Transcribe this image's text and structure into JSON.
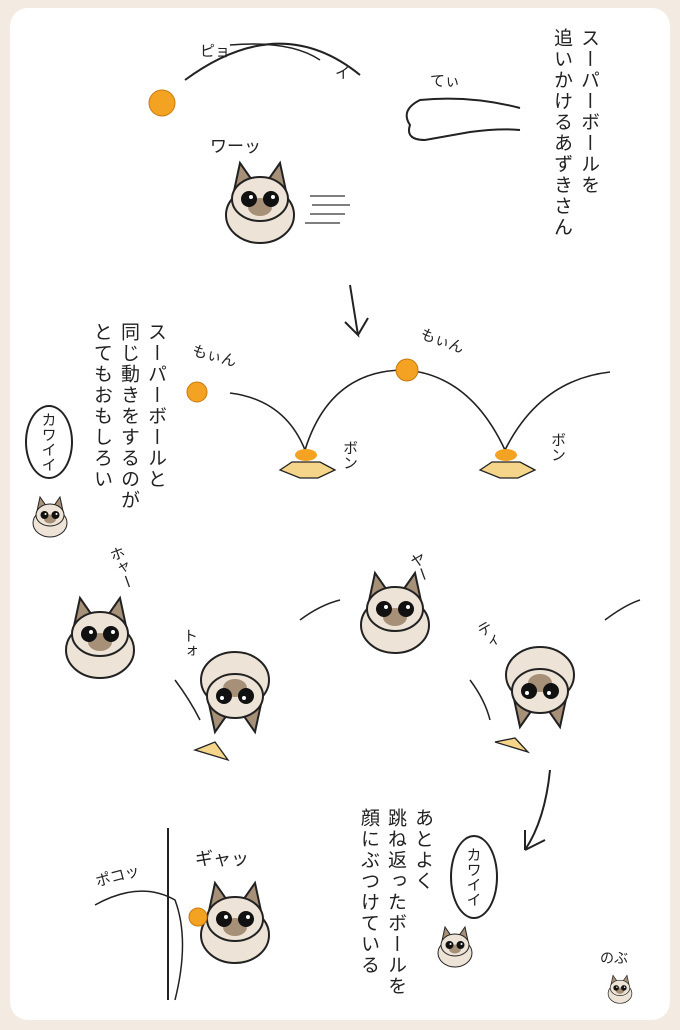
{
  "caption_top": [
    "スーパーボールを",
    "追いかけるあずきさん"
  ],
  "caption_middle": [
    "スーパーボールと",
    "同じ動きをするのが",
    "とてもおもしろい"
  ],
  "caption_bottom": [
    "あとよく",
    "跳ね返ったボールを",
    "顔にぶつけている"
  ],
  "sfx": {
    "pyoi_1": "ピョ",
    "pyoi_2": "イ",
    "tei": "てぃ",
    "waa": "ワーッ",
    "moin_1": "もぃん",
    "moin_2": "もぃん",
    "bon_1": "ボン",
    "bon_2": "ボン",
    "hoya": "ホャー",
    "too": "トォ",
    "yaa": "ヤー",
    "tii": "ティ",
    "pokotsu": "ポコッ",
    "gyatsu": "ギャッ"
  },
  "bubble_1": "カワイイ",
  "bubble_2": "カワイイ",
  "signature": "のぶ",
  "colors": {
    "ball": "#f3a221",
    "cat_body": "#ede4d7",
    "cat_point": "#a69077",
    "frame": "#f3ebe2"
  }
}
